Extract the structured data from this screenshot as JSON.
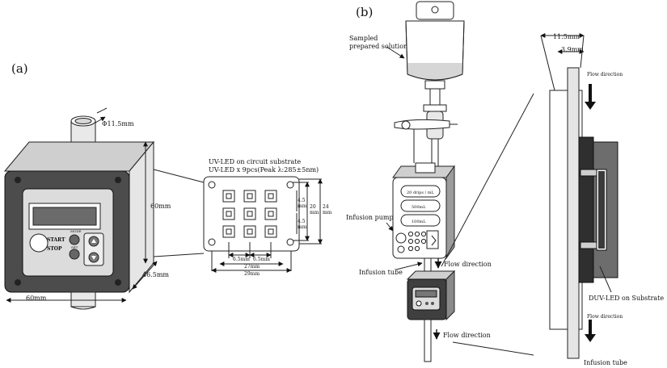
{
  "panel_a": {
    "label": "(a)",
    "pipe_diameter": "Φ11.5mm",
    "height_label": "60mm",
    "width_label": "60mm",
    "depth_label": "46.5mm",
    "start_label": "START",
    "stop_label": "STOP",
    "key1_label": "MODE",
    "key2_label": "SET",
    "circuit_title_1": "UV-LED on circuit substrate",
    "circuit_title_2": "UV-LED x 9pcs(Peak λ:285±5nm)",
    "dim_20": "20",
    "dim_24": "24",
    "dim_45_a": "4.5",
    "dim_45_b": "4.5",
    "dim_mm": "mm",
    "dim_65_a": "6.5mm",
    "dim_65_b": "6.5mm",
    "dim_27": "27mm",
    "dim_29": "29mm"
  },
  "panel_b": {
    "label": "(b)",
    "bag_label_1": "Sampled",
    "bag_label_2": "prepared solution",
    "pump_label": "Infusion pump",
    "tube_label": "Infusion tube",
    "flow_1": "Flow direction",
    "flow_2": "Flow direction",
    "pump_display_1": "20 drips / mL",
    "pump_display_2": "500mL",
    "pump_display_3": "100mL",
    "width_outer": "11.5mm",
    "width_inner": "3.9mm",
    "flow_detail_top": "Flow direction",
    "flow_detail_bottom": "Flow direction",
    "led_label": "DUV-LED on Substrate",
    "tube_label_detail": "Infusion tube"
  }
}
